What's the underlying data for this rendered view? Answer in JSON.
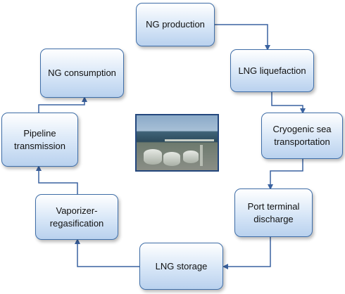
{
  "diagram": {
    "nodes": [
      {
        "id": "ng_production",
        "label": "NG production"
      },
      {
        "id": "lng_liquefaction",
        "label": "LNG liquefaction"
      },
      {
        "id": "cryogenic_sea_transportation",
        "label": "Cryogenic sea\ntransportation"
      },
      {
        "id": "port_terminal_discharge",
        "label": "Port terminal\ndischarge"
      },
      {
        "id": "lng_storage",
        "label": "LNG storage"
      },
      {
        "id": "vaporizer_regasification",
        "label": "Vaporizer-\nregasification"
      },
      {
        "id": "pipeline_transmission",
        "label": "Pipeline\ntransmission"
      },
      {
        "id": "ng_consumption",
        "label": "NG consumption"
      }
    ],
    "edges": [
      {
        "from": "ng_production",
        "to": "lng_liquefaction"
      },
      {
        "from": "lng_liquefaction",
        "to": "cryogenic_sea_transportation"
      },
      {
        "from": "cryogenic_sea_transportation",
        "to": "port_terminal_discharge"
      },
      {
        "from": "port_terminal_discharge",
        "to": "lng_storage"
      },
      {
        "from": "lng_storage",
        "to": "vaporizer_regasification"
      },
      {
        "from": "vaporizer_regasification",
        "to": "pipeline_transmission"
      },
      {
        "from": "pipeline_transmission",
        "to": "ng_consumption"
      }
    ],
    "colors": {
      "border": "#3f6ea8",
      "connector": "#3a62a0",
      "fill_top": "#ffffff",
      "fill_bottom": "#b9d1ee"
    }
  }
}
